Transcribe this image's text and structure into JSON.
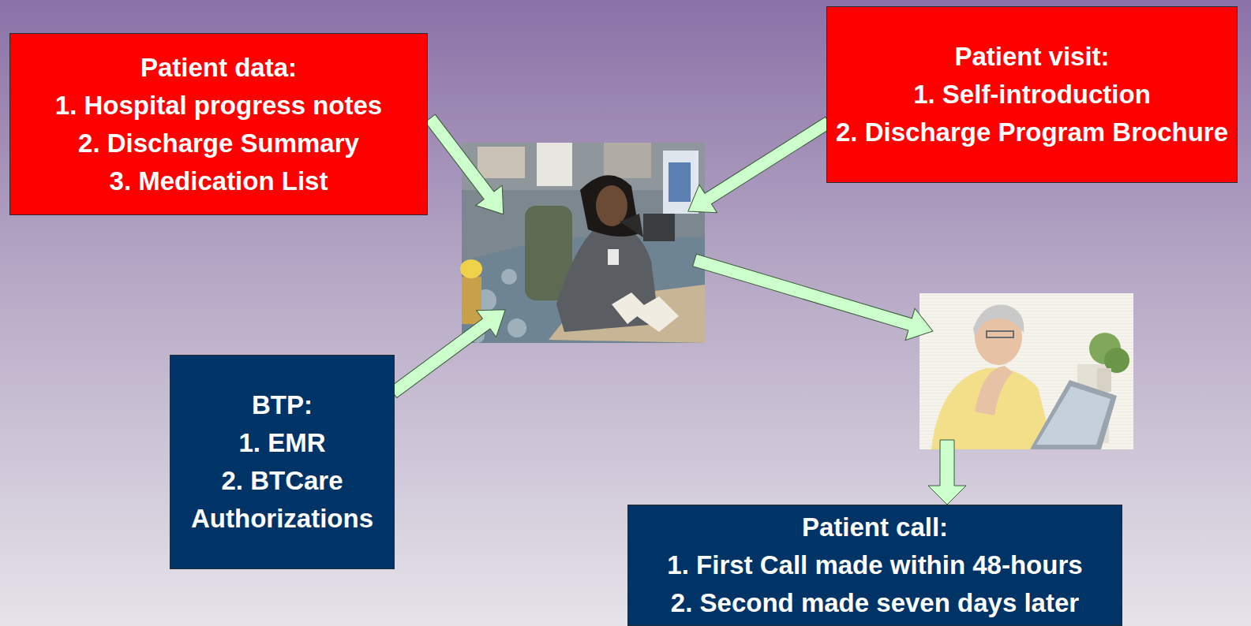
{
  "diagram": {
    "nodes": [
      {
        "text": [
          "Patient data:",
          "1. Hospital progress notes",
          "2. Discharge Summary",
          "3. Medication List"
        ]
      },
      {
        "text": [
          "Patient visit:",
          "1. Self-introduction",
          "2. Discharge Program Brochure"
        ]
      },
      {
        "text": [
          "BTP:",
          "1. EMR",
          "2. BTCare Authorizations"
        ]
      },
      {
        "text": [
          "Patient call:",
          "1. First Call made within 48-hours",
          "2. Second made seven days later"
        ]
      }
    ]
  }
}
